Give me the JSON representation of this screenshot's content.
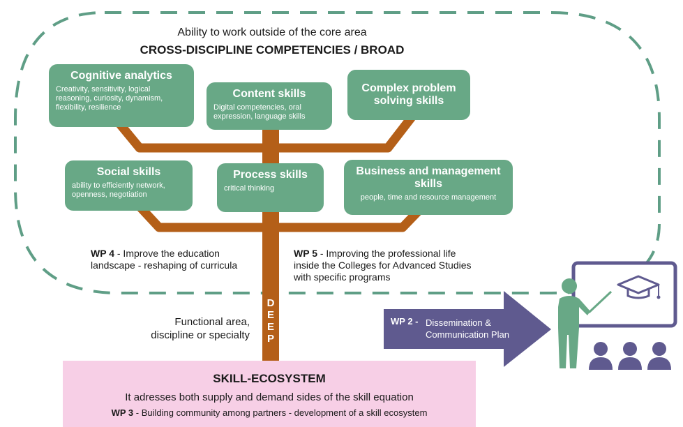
{
  "header": {
    "subtitle": "Ability to work outside of the core area",
    "title": "CROSS-DISCIPLINE COMPETENCIES / BROAD"
  },
  "boxes": {
    "cognitive": {
      "title": "Cognitive analytics",
      "desc": "Creativity, sensitivity, logical reasoning, curiosity, dynamism, flexibility, resilience"
    },
    "content": {
      "title": "Content skills",
      "desc": "Digital competencies, oral expression, language skills"
    },
    "complex": {
      "title": "Complex problem solving skills",
      "desc": ""
    },
    "social": {
      "title": "Social skills",
      "desc": "ability to efficiently network, openness, negotiation"
    },
    "process": {
      "title": "Process skills",
      "desc": "critical thinking"
    },
    "business": {
      "title": "Business and management skills",
      "desc": "people, time and resource management"
    }
  },
  "wp4": {
    "label": "WP 4",
    "text": " - Improve the education landscape - reshaping of curricula"
  },
  "wp5": {
    "label": "WP 5",
    "text": " - Improving the professional life inside the Colleges for Advanced Studies with specific programs"
  },
  "functional": {
    "line1": "Functional area,",
    "line2": "discipline or specialty"
  },
  "deep": {
    "letters": [
      "D",
      "E",
      "E",
      "P"
    ]
  },
  "wp2": {
    "label": "WP 2 -",
    "line1": "Dissemination &",
    "line2": "Communication Plan"
  },
  "ecosystem": {
    "title": "SKILL-ECOSYSTEM",
    "subtitle": "It adresses both supply and demand sides of the skill equation",
    "wp3_label": "WP 3",
    "wp3_text": " - Building community among partners - development of a skill ecosystem"
  },
  "colors": {
    "green": "#68a886",
    "trunk": "#b45f18",
    "arrow": "#5f5a8f",
    "pink": "#f7cfe6",
    "dash": "#5f9e86"
  },
  "icons": [
    "presenter-icon",
    "graduation-cap-icon",
    "audience-icon"
  ]
}
